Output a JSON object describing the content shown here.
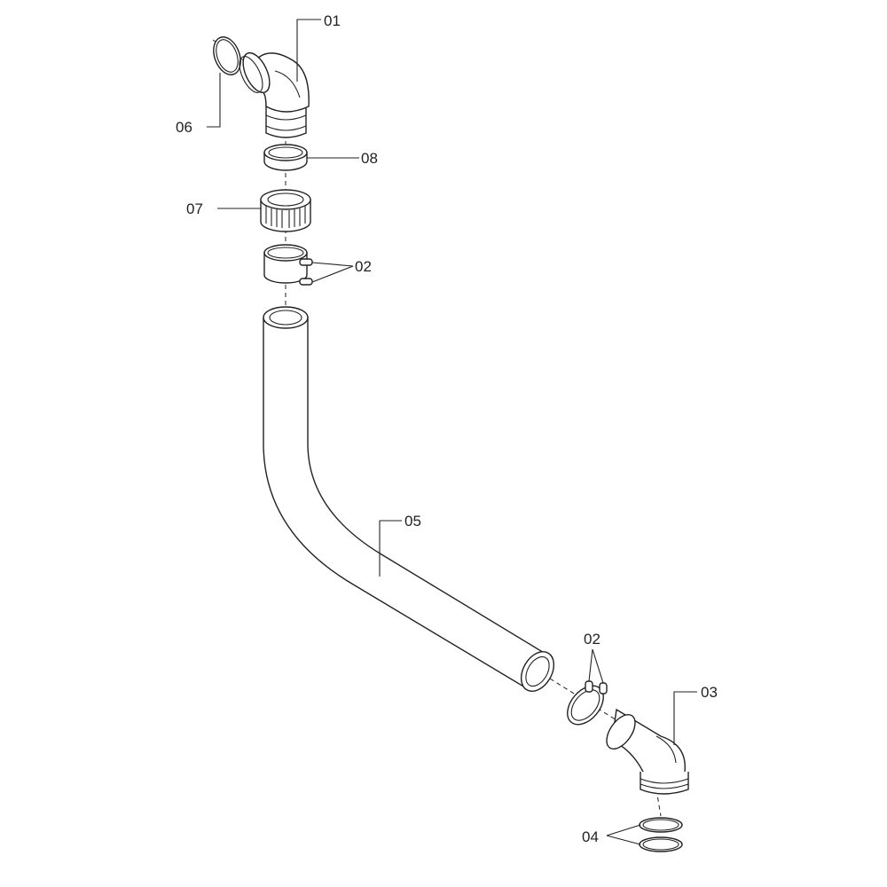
{
  "diagram": {
    "type": "exploded parts view",
    "labels": {
      "part01": "01",
      "part06": "06",
      "part08": "08",
      "part07": "07",
      "part02_top": "02",
      "part05": "05",
      "part02_bottom": "02",
      "part03": "03",
      "part04": "04"
    }
  }
}
